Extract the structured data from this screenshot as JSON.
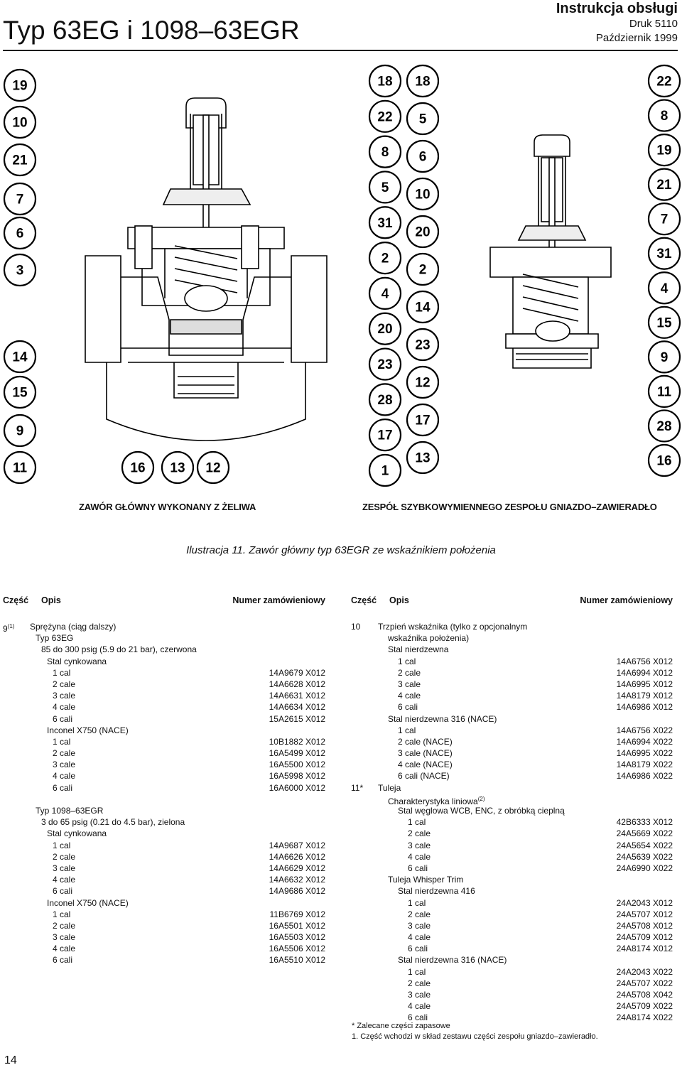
{
  "header": {
    "title": "Typ 63EG i 1098–63EGR",
    "doc_type": "Instrukcja obsługi",
    "print_no": "Druk 5110",
    "date": "Październik 1999"
  },
  "figure": {
    "left_caption": "ZAWÓR GŁÓWNY WYKONANY Z ŻELIWA",
    "right_caption": "ZESPÓŁ SZYBKOWYMIENNEGO ZESPOŁU GNIAZDO–ZAWIERADŁO",
    "illustration": "Ilustracja 11. Zawór główny typ 63EGR ze wskaźnikiem położenia",
    "callouts_left_col": [
      "19",
      "10",
      "21",
      "7",
      "6",
      "3",
      "14",
      "15",
      "9",
      "11"
    ],
    "callouts_left_bottom": [
      "16",
      "13",
      "12"
    ],
    "callouts_mid_a": [
      "18",
      "22",
      "8",
      "5",
      "31",
      "2",
      "4",
      "20",
      "23",
      "28",
      "17",
      "1"
    ],
    "callouts_mid_b": [
      "18",
      "5",
      "6",
      "10",
      "20",
      "2",
      "14",
      "23",
      "12",
      "17",
      "13"
    ],
    "callouts_right_col": [
      "22",
      "8",
      "19",
      "21",
      "7",
      "31",
      "4",
      "15",
      "9",
      "11",
      "28",
      "16"
    ]
  },
  "table": {
    "col_part": "Część",
    "col_desc": "Opis",
    "col_num": "Numer zamówieniowy",
    "left_rows": [
      {
        "key": "9",
        "sup": "(1)",
        "indent": 0,
        "desc": "Sprężyna (ciąg dalszy)",
        "num": ""
      },
      {
        "key": "",
        "sup": "",
        "indent": 1,
        "desc": "Typ 63EG",
        "num": ""
      },
      {
        "key": "",
        "sup": "",
        "indent": 2,
        "desc": "85 do 300 psig (5.9 do 21 bar), czerwona",
        "num": ""
      },
      {
        "key": "",
        "sup": "",
        "indent": 3,
        "desc": "Stal cynkowana",
        "num": ""
      },
      {
        "key": "",
        "sup": "",
        "indent": 4,
        "desc": "1 cal",
        "num": "14A9679 X012"
      },
      {
        "key": "",
        "sup": "",
        "indent": 4,
        "desc": "2 cale",
        "num": "14A6628 X012"
      },
      {
        "key": "",
        "sup": "",
        "indent": 4,
        "desc": "3 cale",
        "num": "14A6631 X012"
      },
      {
        "key": "",
        "sup": "",
        "indent": 4,
        "desc": "4 cale",
        "num": "14A6634 X012"
      },
      {
        "key": "",
        "sup": "",
        "indent": 4,
        "desc": "6 cali",
        "num": "15A2615 X012"
      },
      {
        "key": "",
        "sup": "",
        "indent": 3,
        "desc": "Inconel X750 (NACE)",
        "num": ""
      },
      {
        "key": "",
        "sup": "",
        "indent": 4,
        "desc": "1 cal",
        "num": "10B1882 X012"
      },
      {
        "key": "",
        "sup": "",
        "indent": 4,
        "desc": "2 cale",
        "num": "16A5499 X012"
      },
      {
        "key": "",
        "sup": "",
        "indent": 4,
        "desc": "3 cale",
        "num": "16A5500 X012"
      },
      {
        "key": "",
        "sup": "",
        "indent": 4,
        "desc": "4 cale",
        "num": "16A5998 X012"
      },
      {
        "key": "",
        "sup": "",
        "indent": 4,
        "desc": "6 cali",
        "num": "16A6000 X012"
      },
      {
        "key": "",
        "sup": "",
        "indent": 0,
        "desc": "",
        "num": ""
      },
      {
        "key": "",
        "sup": "",
        "indent": 1,
        "desc": "Typ 1098–63EGR",
        "num": ""
      },
      {
        "key": "",
        "sup": "",
        "indent": 2,
        "desc": "3 do 65 psig (0.21 do 4.5 bar), zielona",
        "num": ""
      },
      {
        "key": "",
        "sup": "",
        "indent": 3,
        "desc": "Stal cynkowana",
        "num": ""
      },
      {
        "key": "",
        "sup": "",
        "indent": 4,
        "desc": "1 cal",
        "num": "14A9687 X012"
      },
      {
        "key": "",
        "sup": "",
        "indent": 4,
        "desc": "2 cale",
        "num": "14A6626 X012"
      },
      {
        "key": "",
        "sup": "",
        "indent": 4,
        "desc": "3 cale",
        "num": "14A6629 X012"
      },
      {
        "key": "",
        "sup": "",
        "indent": 4,
        "desc": "4 cale",
        "num": "14A6632 X012"
      },
      {
        "key": "",
        "sup": "",
        "indent": 4,
        "desc": "6 cali",
        "num": "14A9686 X012"
      },
      {
        "key": "",
        "sup": "",
        "indent": 3,
        "desc": "Inconel X750 (NACE)",
        "num": ""
      },
      {
        "key": "",
        "sup": "",
        "indent": 4,
        "desc": "1 cal",
        "num": "11B6769 X012"
      },
      {
        "key": "",
        "sup": "",
        "indent": 4,
        "desc": "2 cale",
        "num": "16A5501 X012"
      },
      {
        "key": "",
        "sup": "",
        "indent": 4,
        "desc": "3 cale",
        "num": "16A5503 X012"
      },
      {
        "key": "",
        "sup": "",
        "indent": 4,
        "desc": "4 cale",
        "num": "16A5506 X012"
      },
      {
        "key": "",
        "sup": "",
        "indent": 4,
        "desc": "6 cali",
        "num": "16A5510 X012"
      }
    ],
    "right_rows": [
      {
        "key": "10",
        "sup": "",
        "indent": 0,
        "desc": "Trzpień wskaźnika (tylko z opcjonalnym",
        "num": ""
      },
      {
        "key": "",
        "sup": "",
        "indent": 1,
        "desc": "wskaźnika położenia)",
        "num": ""
      },
      {
        "key": "",
        "sup": "",
        "indent": 1,
        "desc": "Stal nierdzewna",
        "num": ""
      },
      {
        "key": "",
        "sup": "",
        "indent": 2,
        "desc": "1 cal",
        "num": "14A6756 X012"
      },
      {
        "key": "",
        "sup": "",
        "indent": 2,
        "desc": "2 cale",
        "num": "14A6994 X012"
      },
      {
        "key": "",
        "sup": "",
        "indent": 2,
        "desc": "3 cale",
        "num": "14A6995 X012"
      },
      {
        "key": "",
        "sup": "",
        "indent": 2,
        "desc": "4 cale",
        "num": "14A8179 X012"
      },
      {
        "key": "",
        "sup": "",
        "indent": 2,
        "desc": "6 cali",
        "num": "14A6986 X012"
      },
      {
        "key": "",
        "sup": "",
        "indent": 1,
        "desc": "Stal nierdzewna 316 (NACE)",
        "num": ""
      },
      {
        "key": "",
        "sup": "",
        "indent": 2,
        "desc": "1 cal",
        "num": "14A6756 X022"
      },
      {
        "key": "",
        "sup": "",
        "indent": 2,
        "desc": "2 cale (NACE)",
        "num": "14A6994 X022"
      },
      {
        "key": "",
        "sup": "",
        "indent": 2,
        "desc": "3 cale (NACE)",
        "num": "14A6995 X022"
      },
      {
        "key": "",
        "sup": "",
        "indent": 2,
        "desc": "4 cale (NACE)",
        "num": "14A8179 X022"
      },
      {
        "key": "",
        "sup": "",
        "indent": 2,
        "desc": "6 cali (NACE)",
        "num": "14A6986 X022"
      },
      {
        "key": "11*",
        "sup": "",
        "indent": 0,
        "desc": "Tuleja",
        "num": ""
      },
      {
        "key": "",
        "sup": "(2)",
        "indent": 1,
        "desc": "Charakterystyka liniowa",
        "num": ""
      },
      {
        "key": "",
        "sup": "",
        "indent": 2,
        "desc": "Stal węglowa WCB, ENC, z obróbką cieplną",
        "num": ""
      },
      {
        "key": "",
        "sup": "",
        "indent": 3,
        "desc": "1 cal",
        "num": "42B6333 X012"
      },
      {
        "key": "",
        "sup": "",
        "indent": 3,
        "desc": "2 cale",
        "num": "24A5669 X022"
      },
      {
        "key": "",
        "sup": "",
        "indent": 3,
        "desc": "3 cale",
        "num": "24A5654 X022"
      },
      {
        "key": "",
        "sup": "",
        "indent": 3,
        "desc": "4 cale",
        "num": "24A5639 X022"
      },
      {
        "key": "",
        "sup": "",
        "indent": 3,
        "desc": "6 cali",
        "num": "24A6990 X022"
      },
      {
        "key": "",
        "sup": "",
        "indent": 1,
        "desc": "Tuleja Whisper Trim",
        "num": ""
      },
      {
        "key": "",
        "sup": "",
        "indent": 2,
        "desc": "Stal nierdzewna 416",
        "num": ""
      },
      {
        "key": "",
        "sup": "",
        "indent": 3,
        "desc": "1 cal",
        "num": "24A2043 X012"
      },
      {
        "key": "",
        "sup": "",
        "indent": 3,
        "desc": "2 cale",
        "num": "24A5707 X012"
      },
      {
        "key": "",
        "sup": "",
        "indent": 3,
        "desc": "3 cale",
        "num": "24A5708 X012"
      },
      {
        "key": "",
        "sup": "",
        "indent": 3,
        "desc": "4 cale",
        "num": "24A5709 X012"
      },
      {
        "key": "",
        "sup": "",
        "indent": 3,
        "desc": "6 cali",
        "num": "24A8174 X012"
      },
      {
        "key": "",
        "sup": "",
        "indent": 2,
        "desc": "Stal nierdzewna 316 (NACE)",
        "num": ""
      },
      {
        "key": "",
        "sup": "",
        "indent": 3,
        "desc": "1 cal",
        "num": "24A2043 X022"
      },
      {
        "key": "",
        "sup": "",
        "indent": 3,
        "desc": "2 cale",
        "num": "24A5707 X022"
      },
      {
        "key": "",
        "sup": "",
        "indent": 3,
        "desc": "3 cale",
        "num": "24A5708 X042"
      },
      {
        "key": "",
        "sup": "",
        "indent": 3,
        "desc": "4 cale",
        "num": "24A5709 X022"
      },
      {
        "key": "",
        "sup": "",
        "indent": 3,
        "desc": "6 cali",
        "num": "24A8174 X022"
      }
    ]
  },
  "notes": {
    "star": "* Zalecane części zapasowe",
    "one": "1. Część wchodzi w skład zestawu części zespołu gniazdo–zawieradło."
  },
  "page_number": "14"
}
